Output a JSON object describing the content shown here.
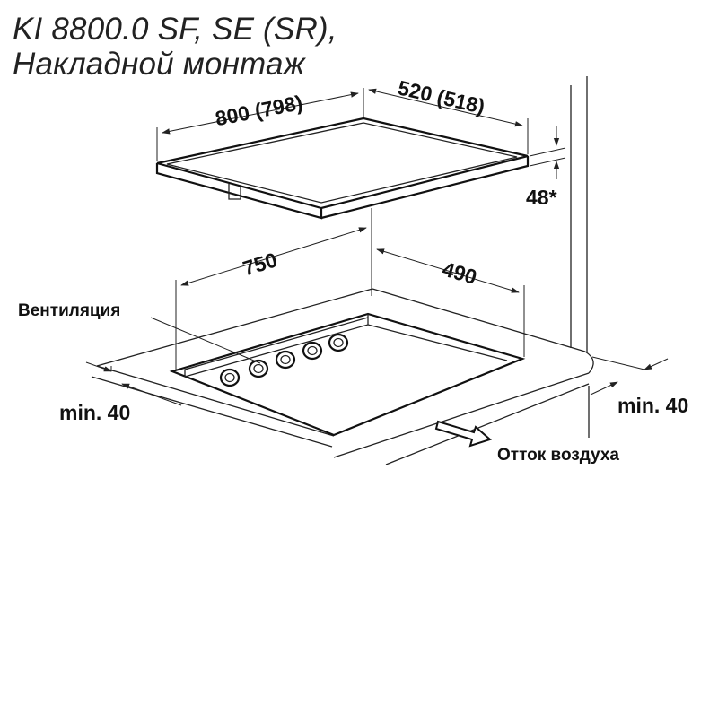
{
  "title": {
    "line1": "KI 8800.0 SF, SE (SR),",
    "line2": "Накладной монтаж"
  },
  "dimensions": {
    "hob_width": "800 (798)",
    "hob_depth": "520 (518)",
    "hob_height": "48*",
    "cutout_width": "750",
    "cutout_depth": "490",
    "min_front": "min. 40",
    "min_back": "min. 40"
  },
  "labels": {
    "ventilation": "Вентиляция",
    "air_outflow": "Отток воздуха"
  },
  "colors": {
    "line": "#222222",
    "text": "#111111",
    "background": "#ffffff"
  }
}
